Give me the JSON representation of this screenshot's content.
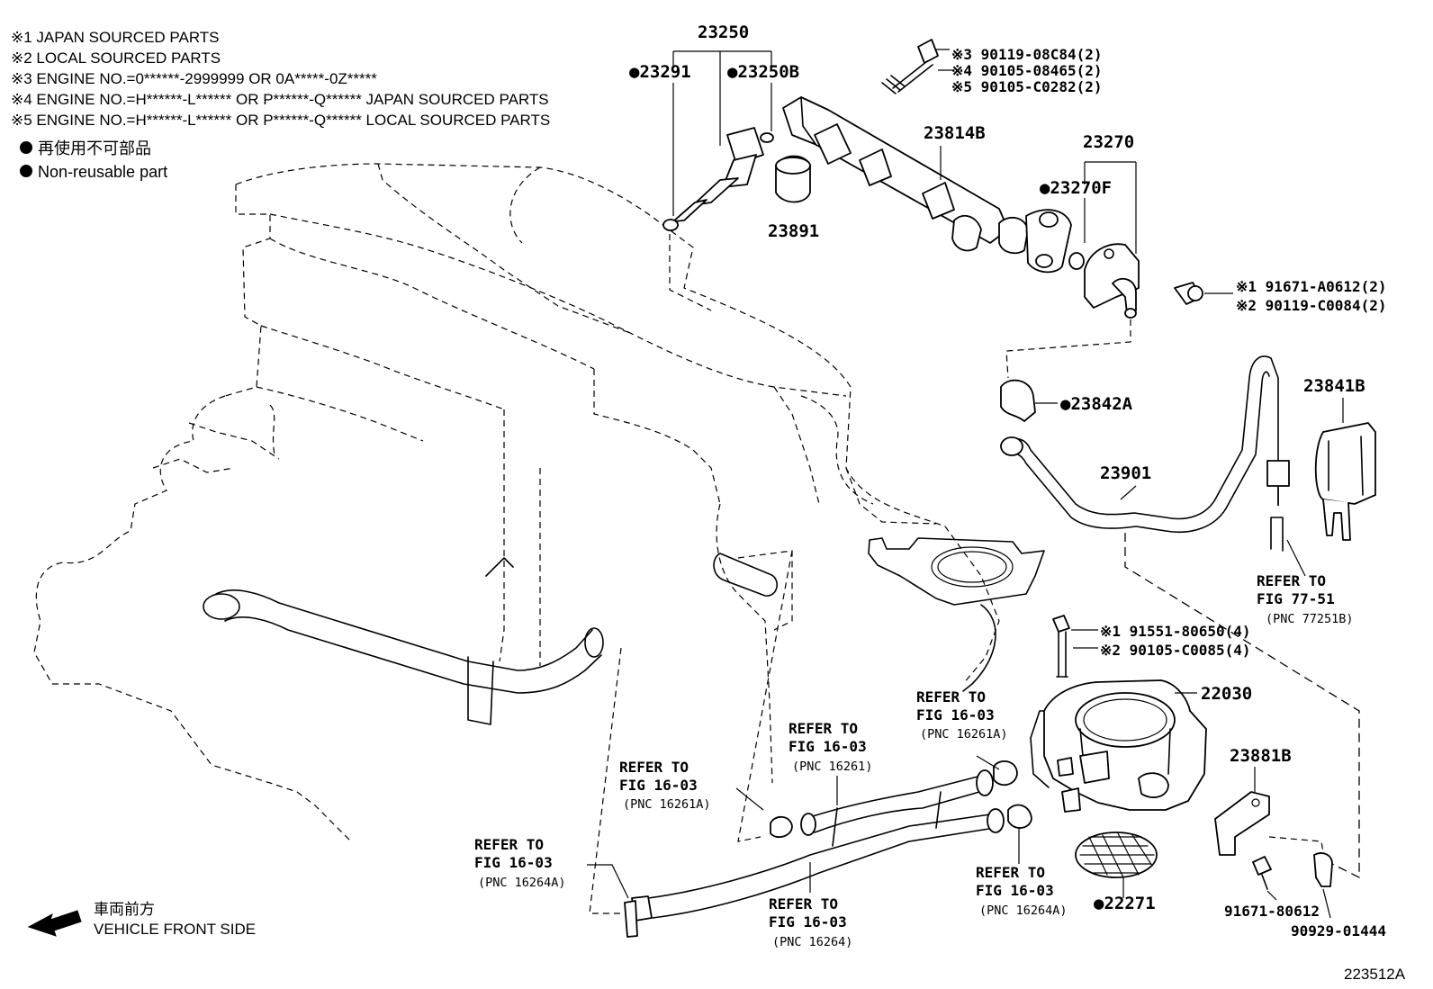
{
  "notes": [
    "※1 JAPAN SOURCED PARTS",
    "※2 LOCAL SOURCED PARTS",
    "※3 ENGINE NO.=0******-2999999 OR 0A*****-0Z*****",
    "※4 ENGINE NO.=H******-L****** OR P******-Q****** JAPAN SOURCED PARTS",
    "※5 ENGINE NO.=H******-L****** OR P******-Q****** LOCAL SOURCED PARTS"
  ],
  "legend": {
    "non_reusable_jp": "再使用不可部品",
    "non_reusable_en": "Non-reusable part"
  },
  "direction": {
    "jp": "車両前方",
    "en": "VEHICLE FRONT SIDE"
  },
  "figure_id": "223512A",
  "parts": {
    "p23250": "23250",
    "p23291": "●23291",
    "p23250B": "●23250B",
    "p23891": "23891",
    "p23814B": "23814B",
    "p23270": "23270",
    "p23270F": "●23270F",
    "bolts_top": [
      "※3 90119-08C84(2)",
      "※4 90105-08465(2)",
      "※5 90105-C0282(2)"
    ],
    "bolts_right": [
      "※1 91671-A0612(2)",
      "※2 90119-C0084(2)"
    ],
    "p23842A": "●23842A",
    "p23841B": "23841B",
    "p23901": "23901",
    "bolts_throttle": [
      "※1 91551-80650(4)",
      "※2 90105-C0085(4)"
    ],
    "p22030": "22030",
    "p23881B": "23881B",
    "p22271": "●22271",
    "p91671": "91671-80612",
    "p90929": "90929-01444"
  },
  "refs": {
    "fig7751": [
      "REFER TO",
      "FIG 77-51",
      "(PNC 77251B)"
    ],
    "r16261A_top": [
      "REFER TO",
      "FIG 16-03",
      "(PNC 16261A)"
    ],
    "r16261": [
      "REFER TO",
      "FIG 16-03",
      "(PNC 16261)"
    ],
    "r16261A_left": [
      "REFER TO",
      "FIG 16-03",
      "(PNC 16261A)"
    ],
    "r16264A_left": [
      "REFER TO",
      "FIG 16-03",
      "(PNC 16264A)"
    ],
    "r16264": [
      "REFER TO",
      "FIG 16-03",
      "(PNC 16264)"
    ],
    "r16264A_right": [
      "REFER TO",
      "FIG 16-03",
      "(PNC 16264A)"
    ]
  }
}
